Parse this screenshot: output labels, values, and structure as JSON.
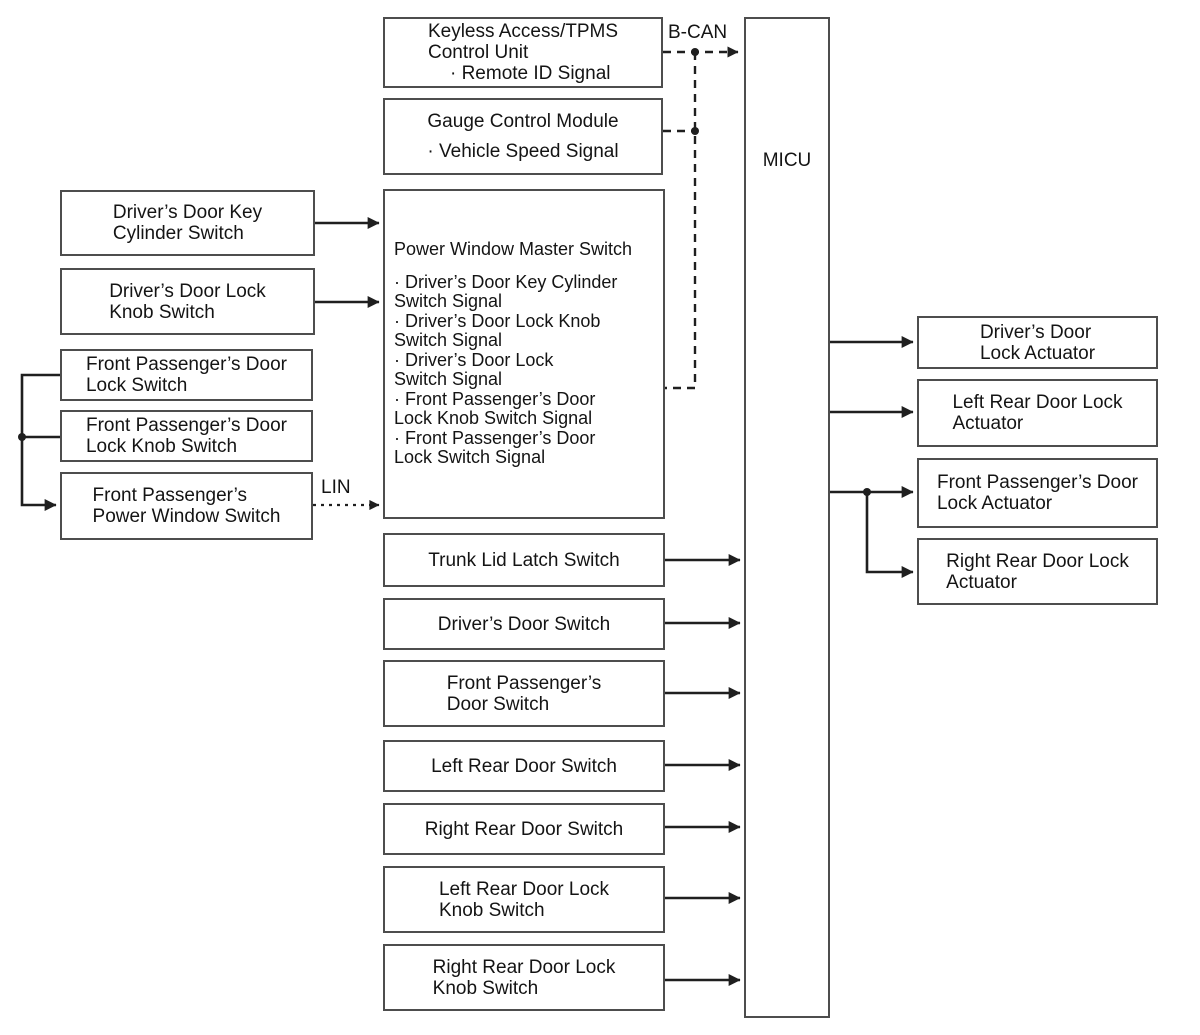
{
  "bus_labels": {
    "b_can": "B-CAN",
    "lin": "LIN"
  },
  "colors": {
    "background": "#ffffff",
    "box_border": "#4d4d4d",
    "line": "#1f1f1f",
    "text": "#141414"
  },
  "nodes": {
    "driver_key_cyl": {
      "lines": [
        "Driver’s Door Key",
        "Cylinder Switch"
      ]
    },
    "driver_lock_knob": {
      "lines": [
        "Driver’s Door Lock",
        "Knob Switch"
      ]
    },
    "fp_lock": {
      "lines": [
        "Front Passenger’s Door",
        "Lock Switch"
      ]
    },
    "fp_lock_knob": {
      "lines": [
        "Front Passenger’s Door",
        "Lock Knob Switch"
      ]
    },
    "fp_power_window": {
      "lines": [
        "Front Passenger’s",
        "Power Window Switch"
      ]
    },
    "keyless": {
      "lines": [
        "Keyless Access/TPMS",
        "Control Unit",
        "· Remote ID Signal"
      ]
    },
    "gauge": {
      "lines": [
        "Gauge Control Module",
        "· Vehicle Speed Signal"
      ]
    },
    "pwms": {
      "title": "Power Window Master Switch",
      "lines": [
        "· Driver’s Door Key Cylinder",
        "Switch Signal",
        "· Driver’s Door Lock Knob",
        "Switch Signal",
        "· Driver’s Door Lock",
        "Switch Signal",
        "· Front Passenger’s Door",
        "Lock Knob Switch Signal",
        "· Front Passenger’s Door",
        "Lock Switch Signal"
      ]
    },
    "trunk": {
      "lines": [
        "Trunk Lid Latch Switch"
      ]
    },
    "driver_door_sw": {
      "lines": [
        "Driver’s Door Switch"
      ]
    },
    "fp_door_sw": {
      "lines": [
        "Front Passenger’s",
        "Door Switch"
      ]
    },
    "left_rear_door_sw": {
      "lines": [
        "Left Rear Door Switch"
      ]
    },
    "right_rear_door_sw": {
      "lines": [
        "Right Rear Door Switch"
      ]
    },
    "left_rear_lock_knob": {
      "lines": [
        "Left Rear Door Lock",
        "Knob Switch"
      ]
    },
    "right_rear_lock_knob": {
      "lines": [
        "Right Rear Door Lock",
        "Knob Switch"
      ]
    },
    "micu": {
      "label": "MICU"
    },
    "driver_lock_act": {
      "lines": [
        "Driver’s Door",
        "Lock Actuator"
      ]
    },
    "left_rear_lock_act": {
      "lines": [
        "Left Rear Door Lock",
        "Actuator"
      ]
    },
    "fp_lock_act": {
      "lines": [
        "Front Passenger’s Door",
        "Lock Actuator"
      ]
    },
    "right_rear_lock_act": {
      "lines": [
        "Right Rear Door Lock",
        "Actuator"
      ]
    }
  }
}
